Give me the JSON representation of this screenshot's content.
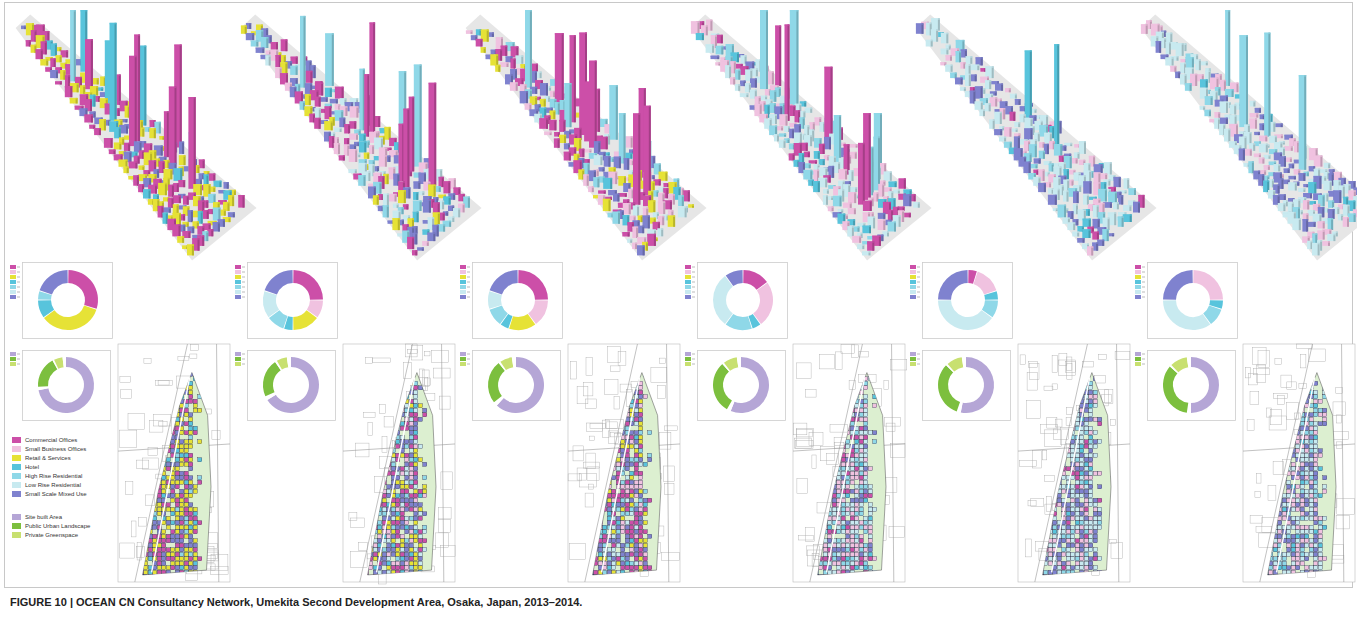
{
  "diagram": {
    "caption": "FIGURE 10 | OCEAN CN Consultancy Network, Umekita Second Development Area, Osaka, Japan, 2013–2014.",
    "legend": [
      {
        "text": "Commercial Offices",
        "color": "#cc4fa8"
      },
      {
        "text": "Small Business Offices",
        "color": "#f0c2e0"
      },
      {
        "text": "Retail & Services",
        "color": "#e6e236"
      },
      {
        "text": "Hotel",
        "color": "#58c4dc"
      },
      {
        "text": "High Rise Residential",
        "color": "#8fd8e8"
      },
      {
        "text": "Low Rise Residential",
        "color": "#c8eaf0"
      },
      {
        "text": "Small Scale Mixed Use",
        "color": "#7f82cf"
      },
      {
        "text": "Site built Area",
        "color": "#b5a6d6"
      },
      {
        "text": "Public Urban Landscape",
        "color": "#7cbf3e"
      },
      {
        "text": "Private Greenspace",
        "color": "#c8e070"
      }
    ]
  }
}
